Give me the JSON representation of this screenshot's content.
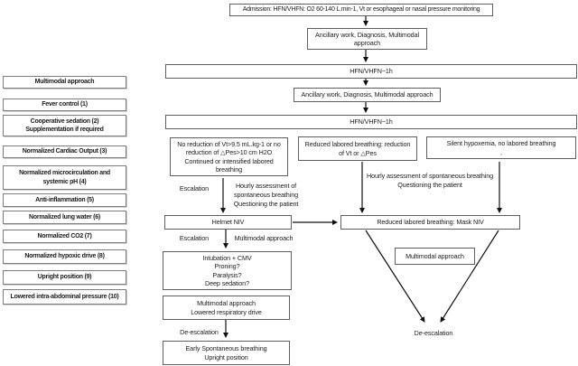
{
  "colors": {
    "background": "#ffffff",
    "box_border": "#5f5f5f",
    "sidebar_border": "#7d7d7d",
    "arrow": "#111111",
    "text": "#1c1c1c"
  },
  "sidebar": {
    "items": [
      {
        "label": "Multimodal approach"
      },
      {
        "label": "Fever control (1)"
      },
      {
        "label": "Cooperative sedation (2)\nSupplementation if required"
      },
      {
        "label": "Normalized Cardiac Output (3)"
      },
      {
        "label": "Normalized microcirculation and\nsystemic pH (4)"
      },
      {
        "label": "Anti-inflammation (5)"
      },
      {
        "label": "Normalized lung water (6)"
      },
      {
        "label": "Normalized CO2 (7)"
      },
      {
        "label": "Normalized hypoxic drive (8)"
      },
      {
        "label": "Upright position (9)"
      },
      {
        "label": "Lowered intra-abdominal pressure (10)"
      }
    ]
  },
  "flow": {
    "admission": "Admission: HFN/VHFN: O2 60-140 L.min-1, Vt or esophageal or nasal pressure monitoring",
    "ancillary_1": "Ancillary work, Diagnosis, Multimodal\napproach",
    "hfn_1": "HFN/VHFN~1h",
    "ancillary_2": "Ancillary work, Diagnosis, Multimodal approach",
    "hfn_2": "HFN/VHFN~1h",
    "branch_left": "No reduction of Vt>9.5 mL.kg-1 or no\nreduction of △Pes>10 cm H2O\nContinued or intensified labored\nbreathing",
    "branch_middle": "Reduced labored breathing: reduction\nof Vt or △Pes",
    "branch_right": "Silent hypoxemia, no labored breathing\n,",
    "helmet_niv": "Helmet NIV",
    "mask_niv": "Reduced labored breathing: Mask NIV",
    "intubation": "Intubation + CMV\nProning?\nParalysis?\nDeep sedation?",
    "multimodal_lowered": "Multimodal approach\nLowered respiratory drive",
    "early_breathing": "Early Spontaneous breathing\nUpright position",
    "multimodal_right": "Multimodal approach"
  },
  "labels": {
    "escalation_1": "Escalation",
    "hourly_left": "Hourly assessment of\nspontaneous breathing\nQuestioning the patient",
    "hourly_right": "Hourly assessment of spontaneous breathing\nQuestioning the patient",
    "escalation_2": "Escalation",
    "multimodal_mid": "Multimodal approach",
    "deescalation_left": "De-escalation",
    "deescalation_right": "De-escalation"
  }
}
